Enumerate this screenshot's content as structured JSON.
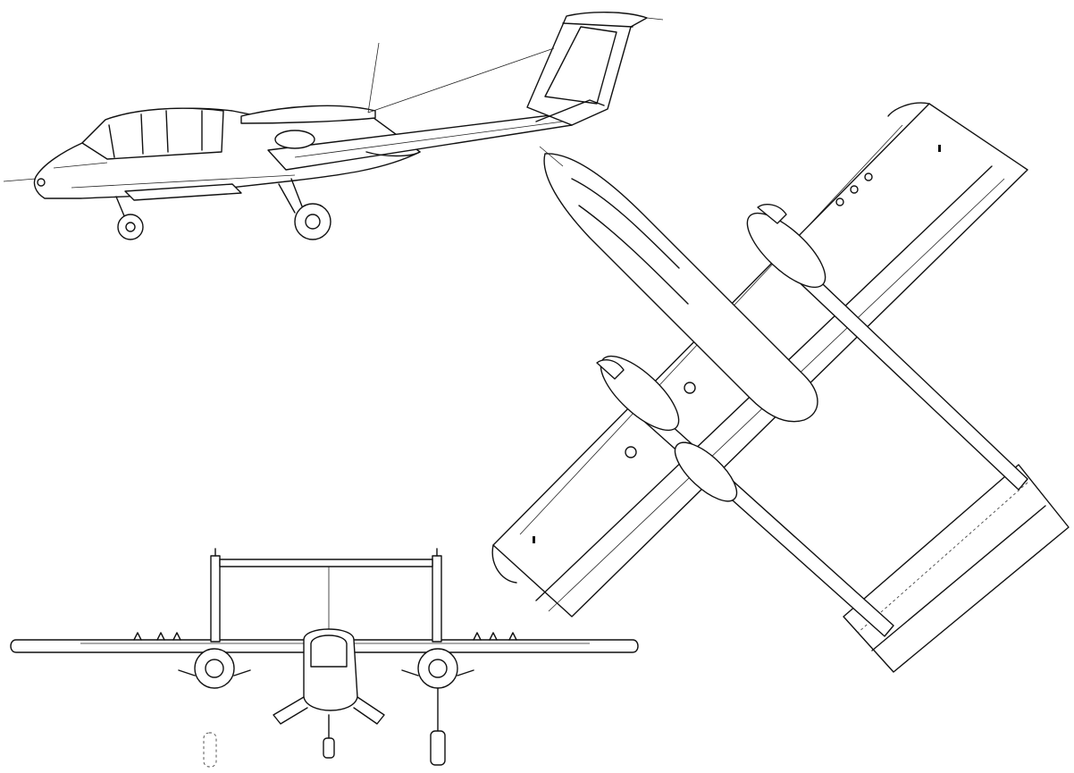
{
  "drawing": {
    "subject": "",
    "views": [
      {
        "id": "side-view"
      },
      {
        "id": "top-view"
      },
      {
        "id": "front-view"
      }
    ],
    "colors": {
      "line": "#111111",
      "background": "#ffffff"
    }
  }
}
